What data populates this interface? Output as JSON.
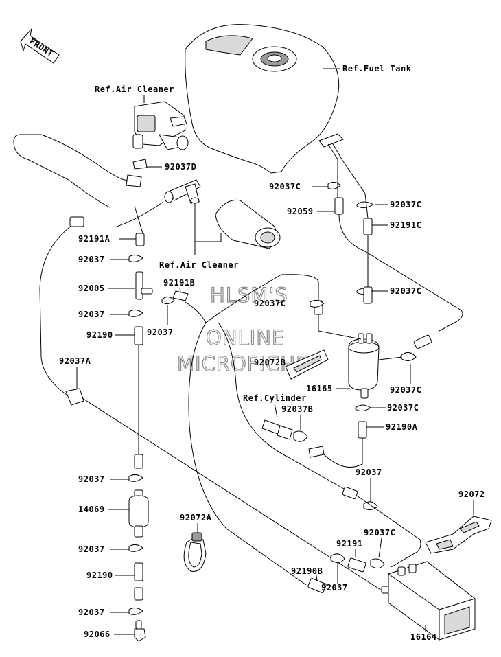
{
  "front_label": "FRONT",
  "refs": {
    "fuel_tank": "Ref.Fuel Tank",
    "air_cleaner_top": "Ref.Air Cleaner",
    "air_cleaner_mid": "Ref.Air Cleaner",
    "cylinder": "Ref.Cylinder"
  },
  "watermark": [
    "HLSM'S",
    "ONLINE",
    "MICROFICHE"
  ],
  "parts": {
    "p92037D": "92037D",
    "p92037C_a": "92037C",
    "p92037C_b": "92037C",
    "p92059": "92059",
    "p92191C": "92191C",
    "p92191A": "92191A",
    "p92037_a": "92037",
    "p92005": "92005",
    "p92191B": "92191B",
    "p92037C_c": "92037C",
    "p92037C_d": "92037C",
    "p92037_b": "92037",
    "p92037_c": "92037",
    "p92190_a": "92190",
    "p92037A": "92037A",
    "p92072B": "92072B",
    "p16165": "16165",
    "p92037C_e": "92037C",
    "p92037B": "92037B",
    "p92037C_f": "92037C",
    "p92190A": "92190A",
    "p92037_d": "92037",
    "p92037_e": "92037",
    "p92072": "92072",
    "p14069": "14069",
    "p92072A": "92072A",
    "p92191": "92191",
    "p92037C_g": "92037C",
    "p92037_f": "92037",
    "p92190B": "92190B",
    "p92037_g": "92037",
    "p92190_b": "92190",
    "p92037_h": "92037",
    "p92066": "92066",
    "p16164": "16164"
  }
}
